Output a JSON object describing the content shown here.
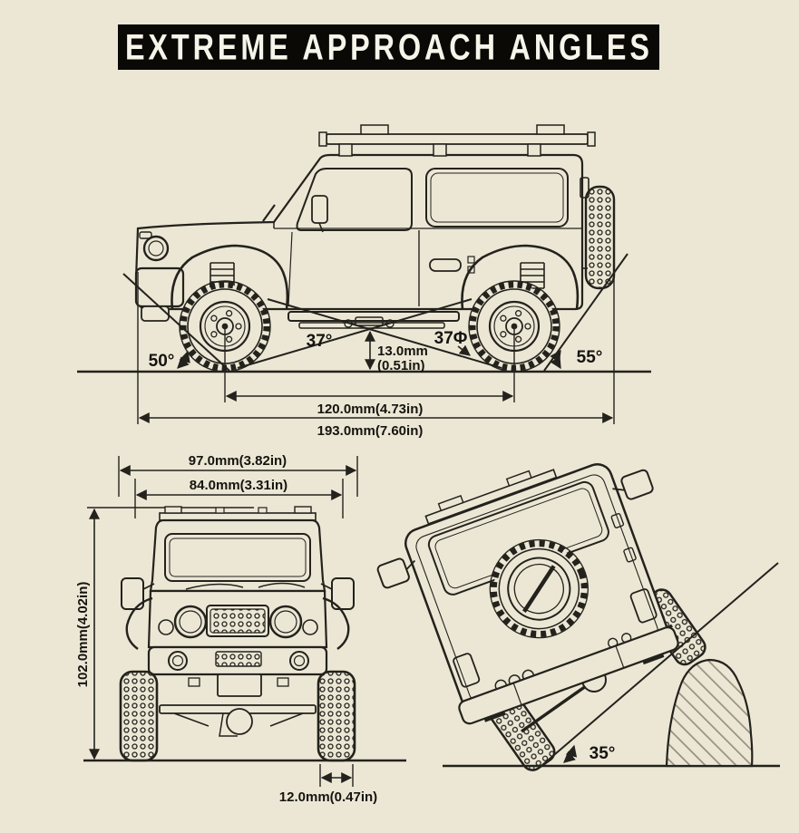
{
  "title": "EXTREME APPROACH ANGLES",
  "side_view": {
    "approach_angle": "50°",
    "departure_angle": "55°",
    "breakover_front_angle": "37°",
    "breakover_rear_angle": "37Φ",
    "ground_clearance_mm": "13.0mm",
    "ground_clearance_in": "(0.51in)",
    "wheelbase": "120.0mm(4.73in)",
    "overall_length": "193.0mm(7.60in)"
  },
  "front_view": {
    "overall_width": "97.0mm(3.82in)",
    "body_width": "84.0mm(3.31in)",
    "overall_height": "102.0mm(4.02in)",
    "tire_width": "12.0mm(0.47in)"
  },
  "tilt_view": {
    "ramp_angle": "35°"
  },
  "colors": {
    "background": "#ece7d5",
    "line": "#23221c",
    "banner_bg": "#0b0906",
    "banner_text": "#f7f4ea"
  }
}
